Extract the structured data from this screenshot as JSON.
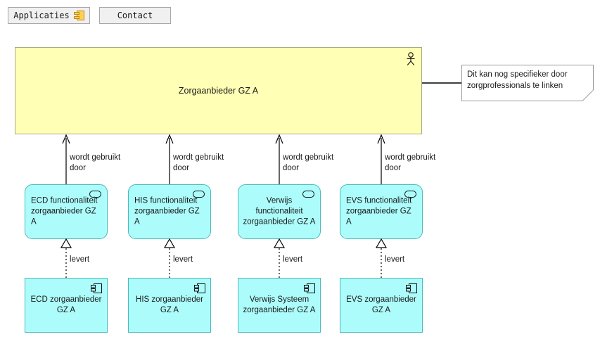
{
  "toolbar": {
    "tabs": [
      {
        "label": "Applicaties",
        "icon": "application-component-icon"
      },
      {
        "label": "Contact",
        "icon": null
      }
    ]
  },
  "diagram": {
    "actor": {
      "label": "Zorgaanbieder GZ A",
      "icon": "business-actor-stick-figure-icon",
      "fill": "#ffffb5",
      "stroke": "#a9a983"
    },
    "note": {
      "text": "Dit kan nog specifieker door zorgprofessionals te linken",
      "fill": "#ffffff",
      "stroke": "#999999"
    },
    "services": [
      {
        "label": "ECD functionaliteit zorgaanbieder GZ A",
        "align": "left",
        "icon": "application-service-icon"
      },
      {
        "label": "HIS functionaliteit zorgaanbieder GZ A",
        "align": "left",
        "icon": "application-service-icon"
      },
      {
        "label": "Verwijs functionaliteit zorgaanbieder GZ A",
        "align": "center",
        "icon": "application-service-icon"
      },
      {
        "label": "EVS functionaliteit zorgaanbieder GZ A",
        "align": "left",
        "icon": "application-service-icon"
      }
    ],
    "components": [
      {
        "label": "ECD zorgaanbieder\nGZ A",
        "icon": "application-component-icon"
      },
      {
        "label": "HIS  zorgaanbieder\nGZ A",
        "icon": "application-component-icon"
      },
      {
        "label": "Verwijs Systeem\nzorgaanbieder GZ A",
        "icon": "application-component-icon"
      },
      {
        "label": "EVS zorgaanbieder\nGZ A",
        "icon": "application-component-icon"
      }
    ],
    "serving_labels": [
      "wordt gebruikt\ndoor",
      "wordt gebruikt\ndoor",
      "wordt gebruikt\ndoor",
      "wordt gebruikt\ndoor"
    ],
    "realization_labels": [
      "levert",
      "levert",
      "levert",
      "levert"
    ],
    "colors": {
      "service_fill": "#adfcfc",
      "service_stroke": "#4fb8b8",
      "component_fill": "#adfcfc",
      "component_stroke": "#4fb8b8",
      "actor_fill": "#ffffb5",
      "connector": "#000000"
    }
  }
}
